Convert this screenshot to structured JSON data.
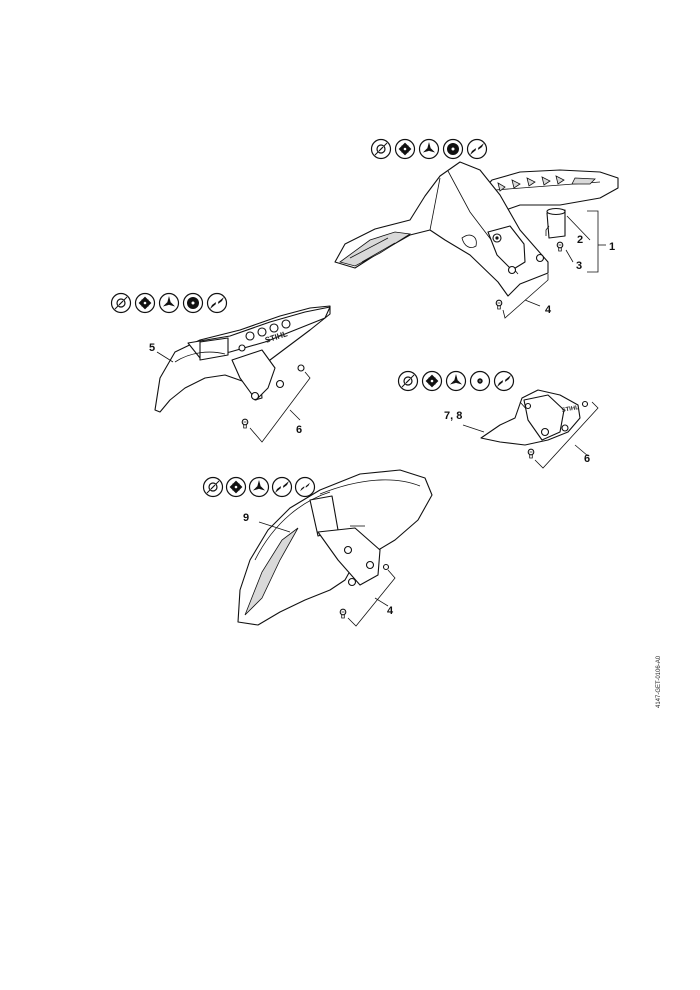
{
  "document_code": "4147-GET-0106-A0",
  "icon_sets": [
    {
      "id": "guard-1",
      "icons": [
        "trimmer-head-icon",
        "four-blade-knife-icon",
        "three-blade-knife-icon",
        "circular-saw-blade-icon",
        "two-blade-knife-icon"
      ]
    },
    {
      "id": "guard-5",
      "icons": [
        "trimmer-head-icon",
        "four-blade-knife-icon",
        "three-blade-knife-icon",
        "circular-saw-blade-icon",
        "two-blade-knife-icon"
      ]
    },
    {
      "id": "guard-7",
      "icons": [
        "trimmer-head-icon",
        "four-blade-knife-icon",
        "three-blade-knife-icon",
        "circular-saw-blade-icon",
        "two-blade-knife-icon"
      ]
    },
    {
      "id": "guard-9",
      "icons": [
        "trimmer-head-icon",
        "four-blade-knife-icon",
        "three-blade-knife-icon",
        "two-blade-knife-icon"
      ]
    }
  ],
  "callouts": {
    "c1": "1",
    "c2": "2",
    "c3": "3",
    "c4a": "4",
    "c5": "5",
    "c6a": "6",
    "c78": "7, 8",
    "c6b": "6",
    "c9": "9",
    "c4b": "4"
  },
  "logos": {
    "guard_5_brand": "STIHL",
    "guard_7_brand": "STIHL"
  }
}
